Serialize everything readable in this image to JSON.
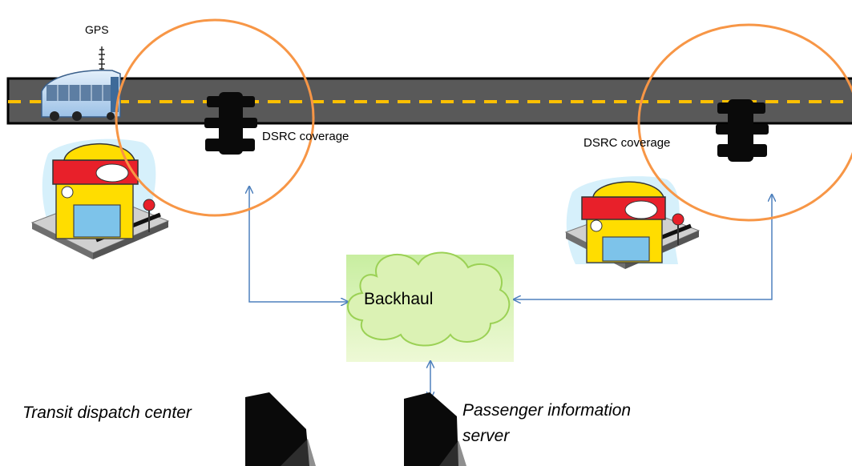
{
  "diagram": {
    "gps_label": "GPS",
    "coverage_labels": [
      "DSRC coverage",
      "DSRC coverage"
    ],
    "backhaul_label": "Backhaul",
    "dispatch_center_label": "Transit dispatch center",
    "passenger_server_label_line1": "Passenger information",
    "passenger_server_label_line2": "server"
  },
  "colors": {
    "road": "#595959",
    "lane_marking": "#ffc000",
    "coverage_circle": "#f79646",
    "connector_arrows": "#4f81bd",
    "backhaul_cloud_fill": "#d7f0a8",
    "store_canopy": "#ffdd00",
    "store_wall": "#e8202a"
  },
  "icons": {
    "bus": "bus-icon",
    "antenna": "antenna-icon",
    "traffic_light": "traffic-light-icon",
    "bus_stop": "bus-stop-store-icon",
    "server": "server-tower-icon",
    "cloud": "cloud-icon"
  }
}
